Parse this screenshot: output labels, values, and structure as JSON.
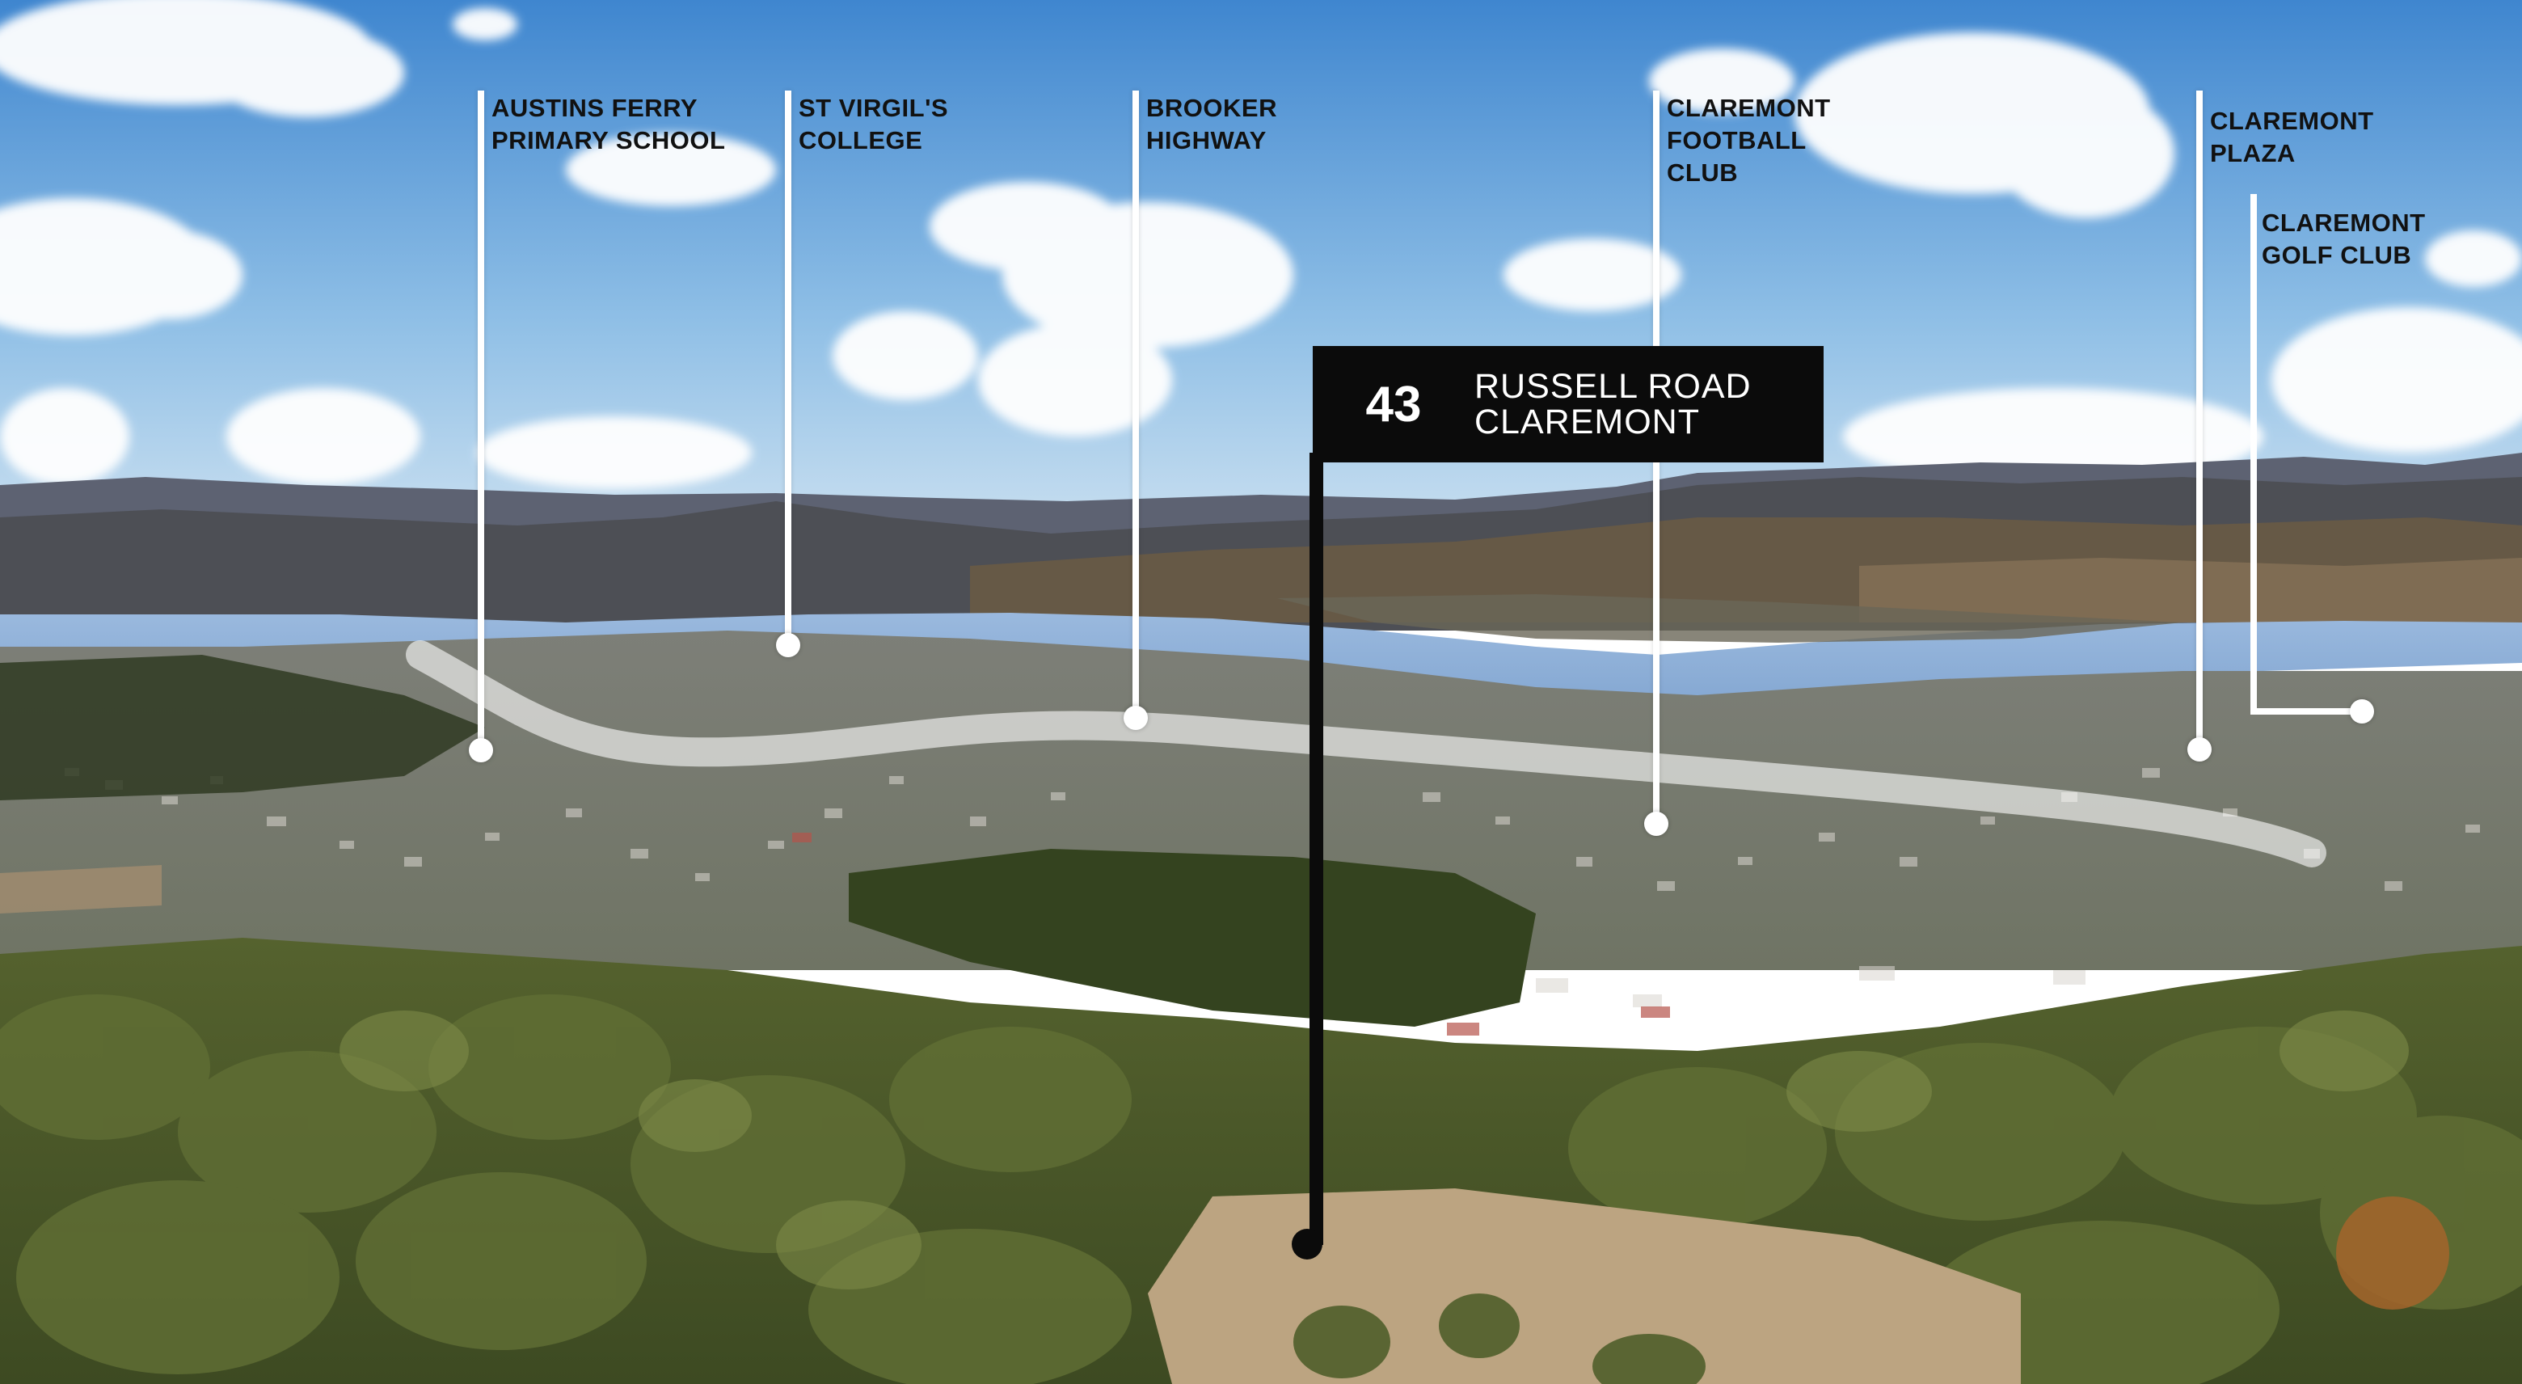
{
  "image": {
    "description_colors": {
      "sky_top": "#4a8fd1",
      "sky_bottom": "#b9d6ee",
      "water": "#8fb0d8",
      "mountains": "#4a4f5c",
      "hills": "#6b5a44",
      "suburb": "#8b8e86",
      "bushland": "#4c5a2a",
      "paddock": "#b9a27c",
      "highway_band": "#ffffff",
      "marker_dark": "#0b0b0b"
    }
  },
  "property": {
    "number": "43",
    "address_line1": "RUSSELL ROAD",
    "address_line2": "CLAREMONT"
  },
  "points_of_interest": [
    {
      "id": "austins-ferry",
      "label": "AUSTINS FERRY\nPRIMARY SCHOOL"
    },
    {
      "id": "st-virgils",
      "label": "ST VIRGIL'S\nCOLLEGE"
    },
    {
      "id": "brooker",
      "label": "BROOKER\nHIGHWAY"
    },
    {
      "id": "football-club",
      "label": "CLAREMONT\nFOOTBALL\nCLUB"
    },
    {
      "id": "plaza",
      "label": "CLAREMONT\nPLAZA"
    },
    {
      "id": "golf-club",
      "label": "CLAREMONT\nGOLF CLUB"
    }
  ]
}
